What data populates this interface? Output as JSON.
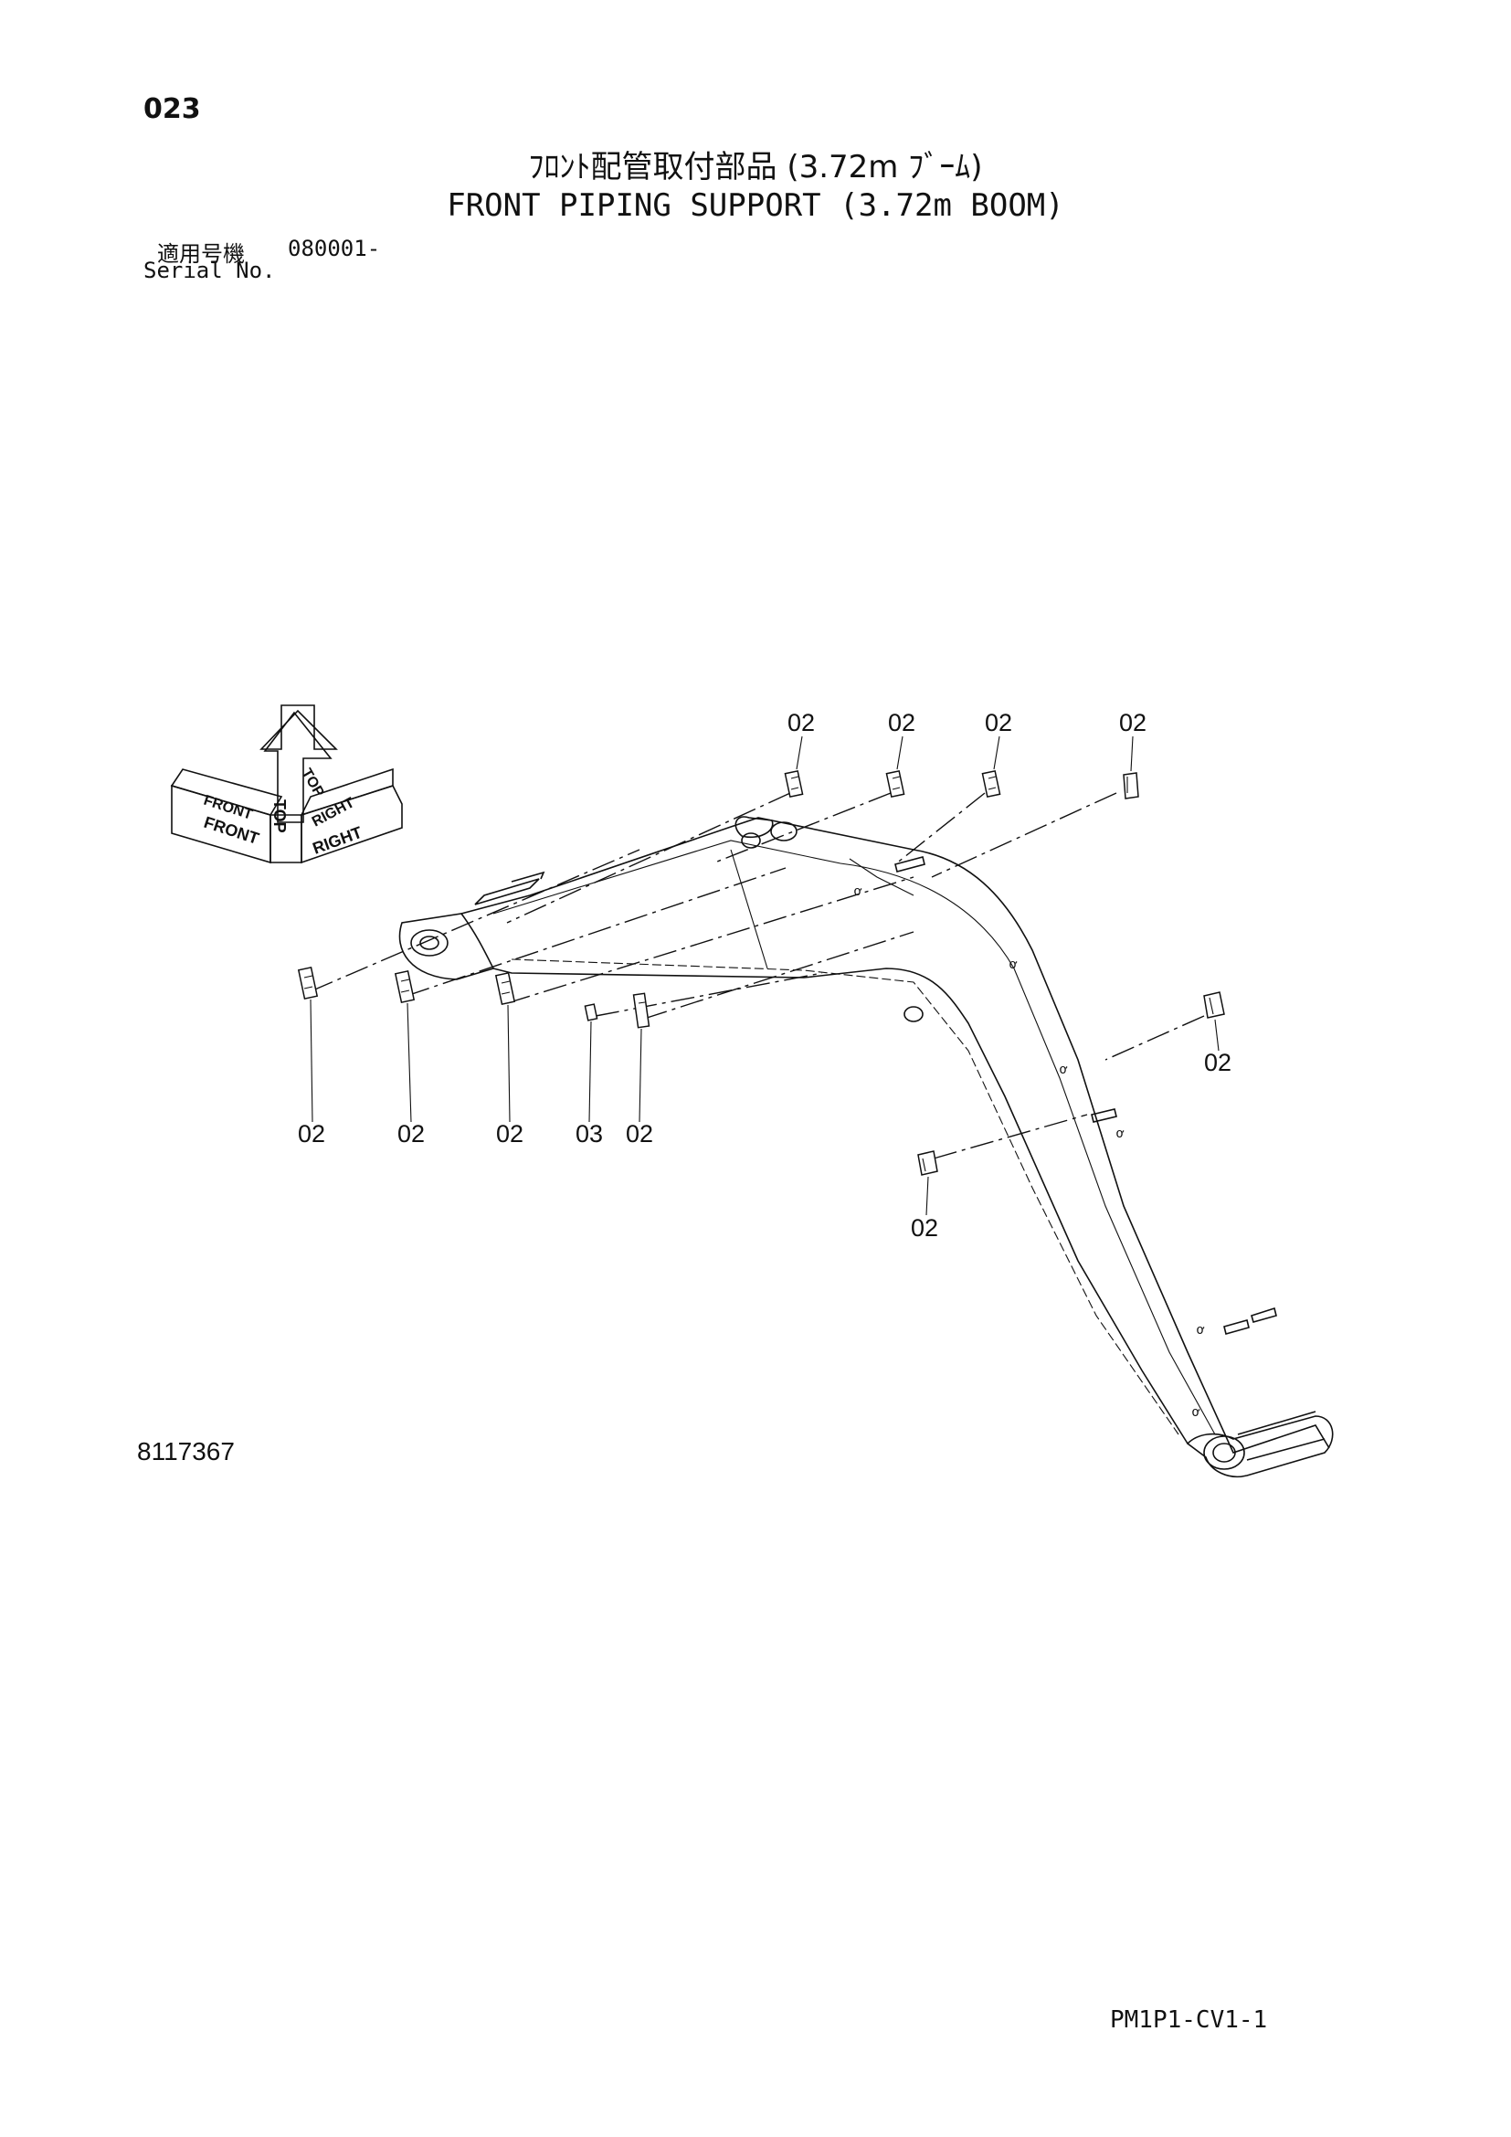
{
  "page_number": "023",
  "title_jp": "ﾌﾛﾝﾄ配管取付部品 (3.72m ﾌﾞｰﾑ)",
  "title_en": "FRONT PIPING SUPPORT (3.72m BOOM)",
  "serial": {
    "label_jp": "適用号機",
    "value": "080001-",
    "label_en": "Serial No."
  },
  "orientation": {
    "top_label": "TOP",
    "front_label": "FRONT",
    "right_label": "RIGHT"
  },
  "callouts": {
    "top_1": "02",
    "top_2": "02",
    "top_3": "02",
    "top_4": "02",
    "right_1": "02",
    "right_2": "02",
    "bottom_1": "02",
    "bottom_2": "02",
    "bottom_3": "02",
    "bottom_4": "03",
    "bottom_5": "02"
  },
  "figure_number": "8117367",
  "sheet_code": "PM1P1-CV1-1"
}
